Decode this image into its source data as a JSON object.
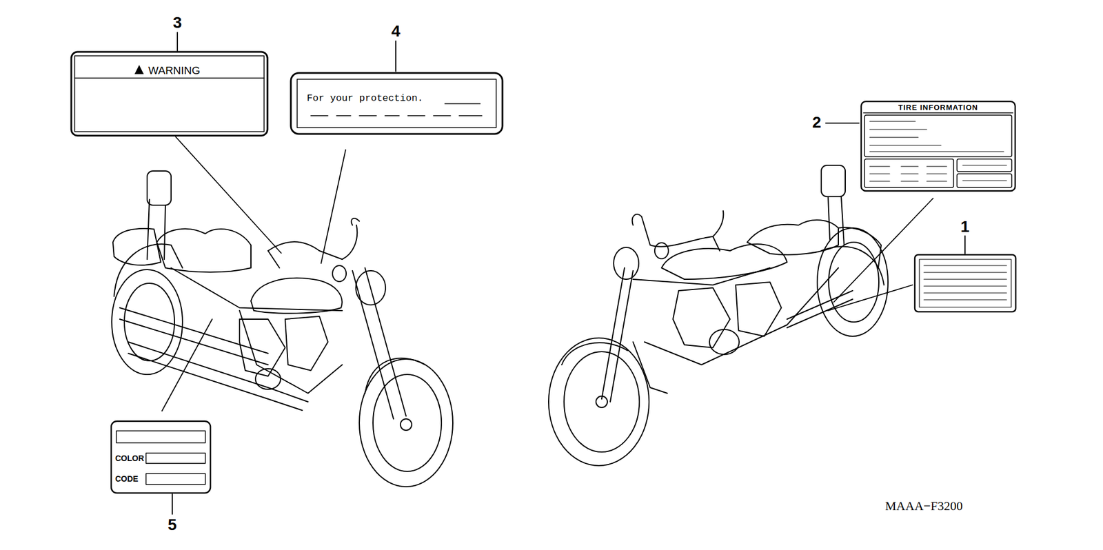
{
  "diagram": {
    "nodes": [
      {
        "text": [
          "WARNING"
        ]
      },
      {
        "text": [
          "For your protection."
        ]
      },
      {
        "text": [
          "TIRE INFORMATION"
        ]
      },
      {
        "text": [
          "COLOR",
          "CODE"
        ]
      }
    ],
    "labels": [
      "3",
      "4",
      "2",
      "1",
      "5",
      "MAAA−F3200"
    ]
  }
}
